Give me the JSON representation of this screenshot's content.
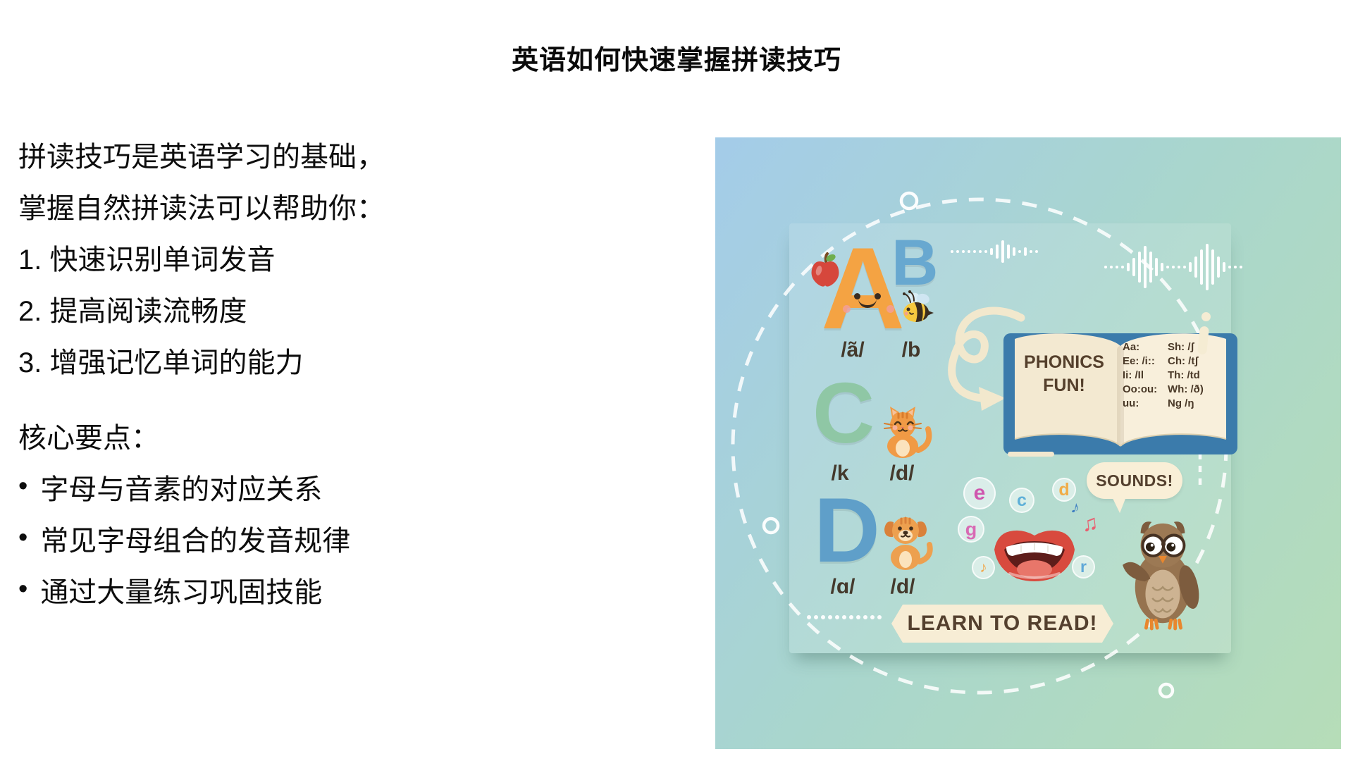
{
  "page": {
    "title": "英语如何快速掌握拼读技巧"
  },
  "article": {
    "intro": [
      "拼读技巧是英语学习的基础，",
      "掌握自然拼读法可以帮助你："
    ],
    "numbered": [
      "1. 快速识别单词发音",
      "2. 提高阅读流畅度",
      "3. 增强记忆单词的能力"
    ],
    "key_heading": "核心要点：",
    "bullet_char": "•",
    "bullets": [
      "字母与音素的对应关系",
      "常见字母组合的发音规律",
      "通过大量练习巩固技能"
    ]
  },
  "illustration": {
    "letters": [
      {
        "glyph": "A",
        "label": "/ã/"
      },
      {
        "glyph": "B",
        "label": "/b"
      },
      {
        "glyph": "C",
        "label": "/k"
      },
      {
        "glyph": "D",
        "label": "/ɑ/"
      }
    ],
    "cat_label": "/d/",
    "dog_label": "/d/",
    "book": {
      "left_page_text": "PHONICS FUN!",
      "chart": [
        [
          "Aa:",
          "Sh: /ʃ"
        ],
        [
          "Ee: /i::",
          "Ch: /tʃ"
        ],
        [
          "Ii: /Il",
          "Th: /td"
        ],
        [
          "Oo:ou:",
          "Wh: /ð)"
        ],
        [
          "uu:",
          "Ng /ŋ"
        ]
      ]
    },
    "speech_bubble": "SOUNDS!",
    "banner": "LEARN TO READ!",
    "bubbles": [
      {
        "char": "e",
        "color": "#cf56ae"
      },
      {
        "char": "c",
        "color": "#5fb0d8"
      },
      {
        "char": "d",
        "color": "#f0ad49"
      },
      {
        "char": "g",
        "color": "#d86ab4"
      },
      {
        "char": "♪",
        "color": "#f0a94e"
      },
      {
        "char": "r",
        "color": "#5fa8d8"
      }
    ],
    "notes": [
      {
        "char": "♪",
        "color": "#3f7fc1"
      },
      {
        "char": "♫",
        "color": "#e85f70"
      }
    ],
    "colors": {
      "letter_a": "#f4a343",
      "letter_b": "#68a8d0",
      "letter_c": "#8fc7a5",
      "letter_d": "#5f9fc9",
      "bg_blue": "#a4cce9",
      "bg_green": "#b6ddb8",
      "book_cover": "#3b7bab",
      "brown_text": "#54402e"
    }
  }
}
